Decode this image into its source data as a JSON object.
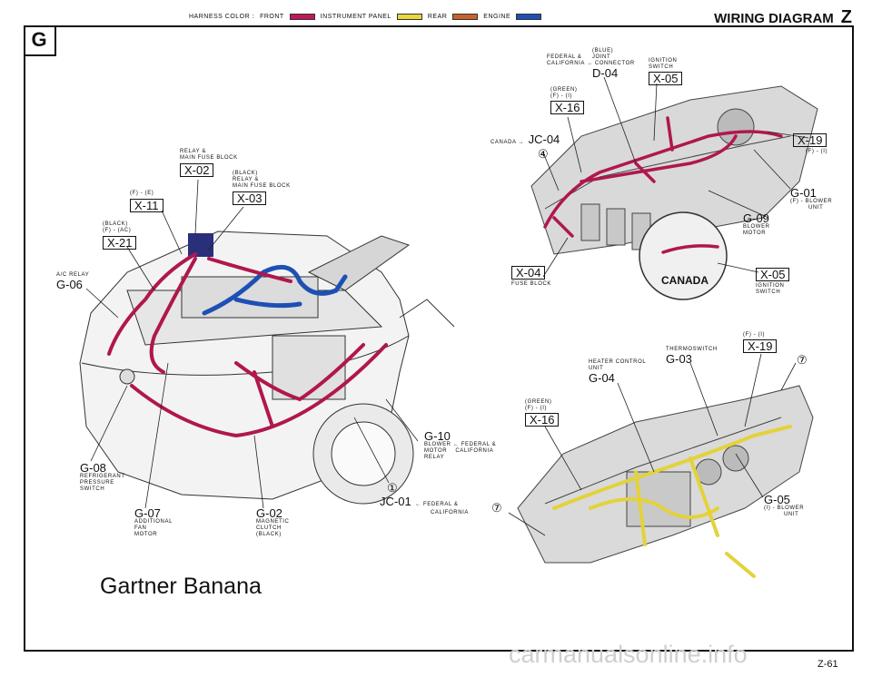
{
  "header": {
    "legend_prefix": "HARNESS COLOR :",
    "legend": [
      {
        "label": "FRONT",
        "color": "#c2185b"
      },
      {
        "label": "INSTRUMENT PANEL",
        "color": "#e8d83a"
      },
      {
        "label": "REAR",
        "color": "#c8632a"
      },
      {
        "label": "ENGINE",
        "color": "#1e50b4"
      }
    ],
    "title": "WIRING DIAGRAM",
    "section_letter": "Z"
  },
  "group_label": "G",
  "engine_labels": {
    "x02": {
      "desc1": "RELAY &",
      "desc2": "MAIN FUSE BLOCK",
      "code": "X-02"
    },
    "x03": {
      "desc1": "(BLACK)",
      "desc2": "RELAY &",
      "desc3": "MAIN FUSE BLOCK",
      "code": "X-03"
    },
    "x11": {
      "desc1": "(F) - (E)",
      "code": "X-11"
    },
    "x21": {
      "desc1": "(BLACK)",
      "desc2": "(F) - (AC)",
      "code": "X-21"
    },
    "g06": {
      "desc1": "A/C RELAY",
      "code": "G-06"
    },
    "g08": {
      "code": "G-08",
      "desc1": "REFRIGERANT",
      "desc2": "PRESSURE",
      "desc3": "SWITCH"
    },
    "g07": {
      "code": "G-07",
      "desc1": "ADDITIONAL",
      "desc2": "FAN",
      "desc3": "MOTOR"
    },
    "g02": {
      "code": "G-02",
      "desc1": "MAGNETIC",
      "desc2": "CLUTCH",
      "desc3": "(BLACK)"
    },
    "g10": {
      "code": "G-10",
      "desc1": "BLOWER",
      "desc1b": "← FEDERAL &",
      "desc2": "MOTOR",
      "desc2b": "CALIFORNIA",
      "desc3": "RELAY"
    },
    "jc01": {
      "marker": "①",
      "code": "JC-01",
      "desc1": "← FEDERAL &",
      "desc2": "CALIFORNIA"
    }
  },
  "dash_labels": {
    "d04": {
      "desc0": "(BLUE)",
      "desc1": "FEDERAL &",
      "desc1b": "JOINT",
      "desc2": "CALIFORNIA →",
      "desc2b": "CONNECTOR",
      "code": "D-04"
    },
    "x05a": {
      "desc1": "IGNITION",
      "desc2": "SWITCH",
      "code": "X-05"
    },
    "x16a": {
      "desc1": "(GREEN)",
      "desc2": "(F) - (I)",
      "code": "X-16"
    },
    "jc04": {
      "prefix": "CANADA →",
      "code": "JC-04",
      "marker": "④"
    },
    "x19a": {
      "code": "X-19",
      "desc1": "(F) - (I)"
    },
    "g01": {
      "code": "G-01",
      "desc1": "(F) - BLOWER",
      "desc2": "UNIT"
    },
    "g09": {
      "code": "G-09",
      "desc1": "BLOWER",
      "desc2": "MOTOR"
    },
    "x04": {
      "code": "X-04",
      "desc1": "FUSE BLOCK"
    },
    "canada": "CANADA",
    "x05b": {
      "code": "X-05",
      "desc1": "IGNITION",
      "desc2": "SWITCH"
    }
  },
  "ip_labels": {
    "x19b": {
      "desc1": "(F) - (I)",
      "code": "X-19"
    },
    "marker7a": "⑦",
    "g03": {
      "desc1": "THERMOSWITCH",
      "code": "G-03"
    },
    "g04": {
      "desc1": "HEATER CONTROL",
      "desc2": "UNIT",
      "code": "G-04"
    },
    "x16b": {
      "desc1": "(GREEN)",
      "desc2": "(F) - (I)",
      "code": "X-16"
    },
    "marker7b": "⑦",
    "g05": {
      "code": "G-05",
      "desc1": "(I) - BLOWER",
      "desc2": "UNIT"
    }
  },
  "caption": "Gartner Banana",
  "page_number": "Z-61",
  "watermark": "carmanualsonline.info"
}
